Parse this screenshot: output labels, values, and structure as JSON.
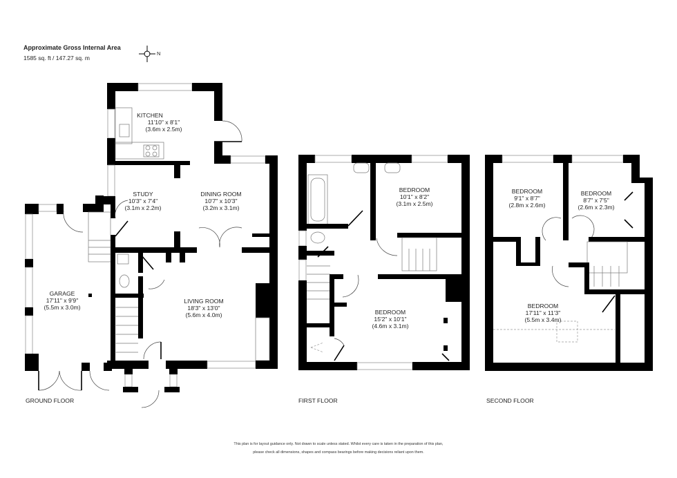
{
  "header": {
    "title": "Approximate Gross Internal Area",
    "area": "1585 sq. ft / 147.27 sq. m",
    "compass_label": "N"
  },
  "floors": [
    {
      "label": "GROUND FLOOR",
      "rooms": [
        {
          "name": "KITCHEN",
          "imperial": "11'10\" x 8'1\"",
          "metric": "(3.6m x 2.5m)"
        },
        {
          "name": "STUDY",
          "imperial": "10'3\" x 7'4\"",
          "metric": "(3.1m x 2.2m)"
        },
        {
          "name": "DINING ROOM",
          "imperial": "10'7\" x 10'3\"",
          "metric": "(3.2m x 3.1m)"
        },
        {
          "name": "GARAGE",
          "imperial": "17'11\" x 9'9\"",
          "metric": "(5.5m x 3.0m)"
        },
        {
          "name": "LIVING ROOM",
          "imperial": "18'3\" x 13'0\"",
          "metric": "(5.6m x 4.0m)"
        }
      ]
    },
    {
      "label": "FIRST FLOOR",
      "rooms": [
        {
          "name": "BEDROOM",
          "imperial": "10'1\" x 8'2\"",
          "metric": "(3.1m x 2.5m)"
        },
        {
          "name": "BEDROOM",
          "imperial": "15'2\" x 10'1\"",
          "metric": "(4.6m x 3.1m)"
        }
      ]
    },
    {
      "label": "SECOND FLOOR",
      "rooms": [
        {
          "name": "BEDROOM",
          "imperial": "9'1\" x 8'7\"",
          "metric": "(2.8m x 2.6m)"
        },
        {
          "name": "BEDROOM",
          "imperial": "8'7\" x 7'5\"",
          "metric": "(2.6m x 2.3m)"
        },
        {
          "name": "BEDROOM",
          "imperial": "17'11\" x 11'3\"",
          "metric": "(5.5m x 3.4m)"
        }
      ]
    }
  ],
  "disclaimer": {
    "line1": "This plan is for layout guidance only.  Not drawn to scale unless stated. Whilst every care is taken in the preparation of this plan,",
    "line2": "please check all dimensions, shapes and compass bearings before making decisions reliant upon them."
  }
}
